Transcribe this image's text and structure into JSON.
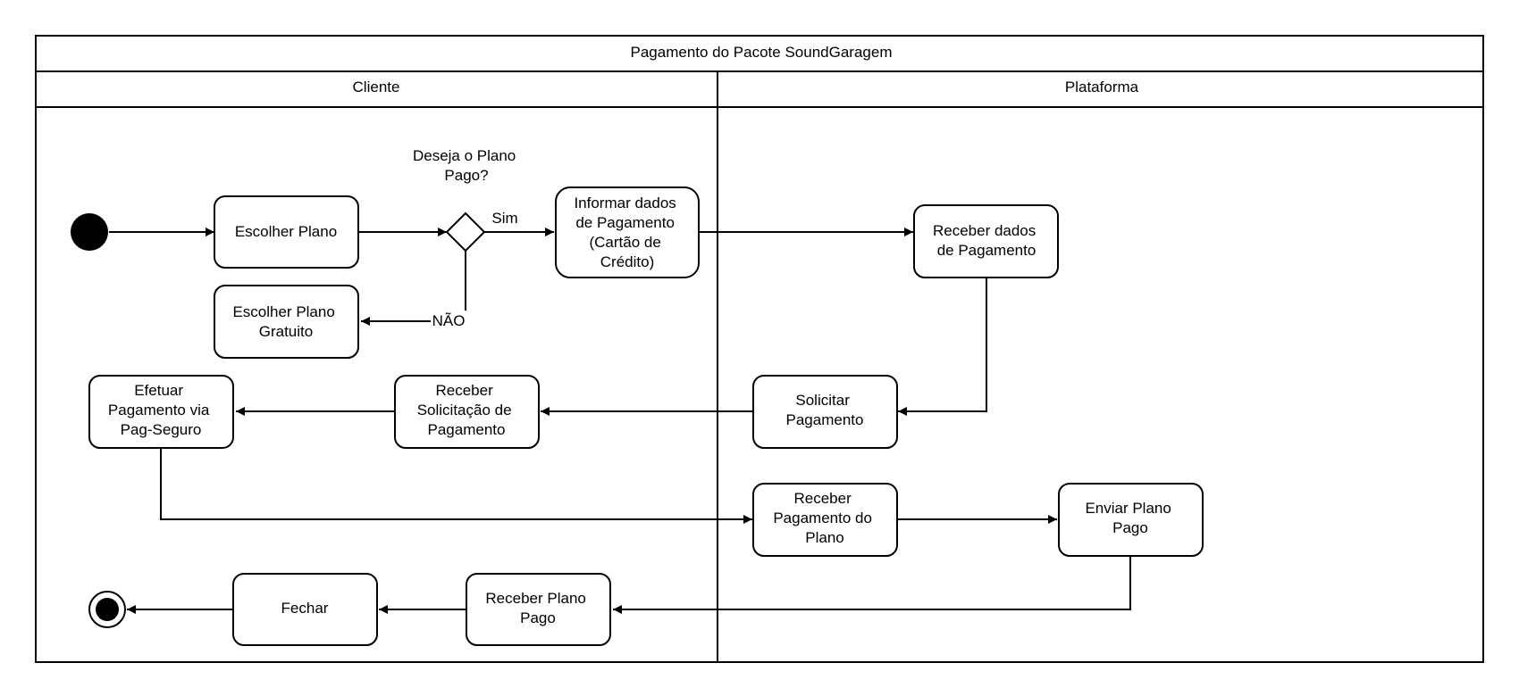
{
  "diagram": {
    "title": "Pagamento do Pacote SoundGaragem",
    "lanes": {
      "cliente": "Cliente",
      "plataforma": "Plataforma"
    },
    "nodes": {
      "escolher_plano": [
        "Escolher Plano"
      ],
      "decision_question": [
        "Deseja o Plano",
        "Pago?"
      ],
      "informar_dados": [
        "Informar dados",
        "de Pagamento",
        "(Cartão de",
        "Crédito)"
      ],
      "escolher_gratuito": [
        "Escolher Plano",
        "Gratuito"
      ],
      "receber_dados": [
        "Receber dados",
        "de Pagamento"
      ],
      "solicitar_pagamento": [
        "Solicitar",
        "Pagamento"
      ],
      "receber_solicitacao": [
        "Receber",
        "Solicitação de",
        "Pagamento"
      ],
      "efetuar_pagamento": [
        "Efetuar",
        "Pagamento via",
        "Pag-Seguro"
      ],
      "receber_pagamento_plano": [
        "Receber",
        "Pagamento do",
        "Plano"
      ],
      "enviar_plano": [
        "Enviar Plano",
        "Pago"
      ],
      "receber_plano_pago": [
        "Receber Plano",
        "Pago"
      ],
      "fechar": [
        "Fechar"
      ]
    },
    "edge_labels": {
      "sim": "Sim",
      "nao": "NÃO"
    }
  }
}
